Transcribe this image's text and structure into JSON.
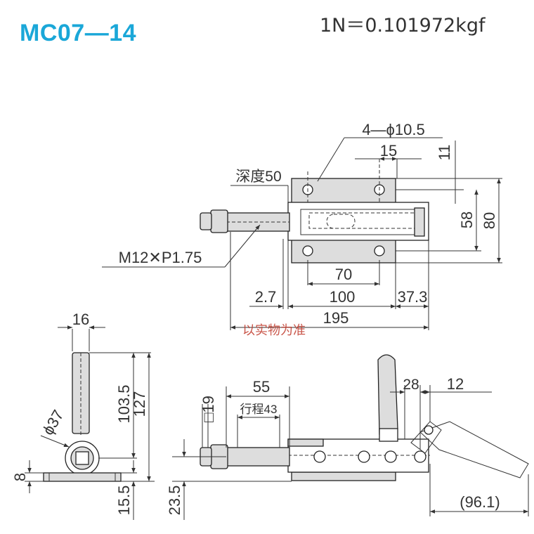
{
  "header": {
    "model": "MC07—14",
    "conversion": "1N＝0.101972kgf"
  },
  "top_view": {
    "holes": "4—ϕ10.5",
    "depth": "深度50",
    "thread": "M12✕P1.75",
    "dim_15": "15",
    "dim_11": "11",
    "dim_58": "58",
    "dim_80": "80",
    "dim_70": "70",
    "dim_2_7": "2.7",
    "dim_100": "100",
    "dim_37_3": "37.3",
    "dim_195": "195"
  },
  "side_view": {
    "dim_16": "16",
    "dim_phi37": "ϕ37",
    "dim_103_5": "103.5",
    "dim_127": "127",
    "dim_8": "8",
    "dim_15_5": "15.5"
  },
  "front_view": {
    "square_19": "□19",
    "dim_55": "55",
    "stroke_43": "行程43",
    "dim_28": "28",
    "dim_12": "12",
    "dim_23_5": "23.5",
    "dim_96_1": "(96.1)"
  },
  "watermark": "以实物为准"
}
